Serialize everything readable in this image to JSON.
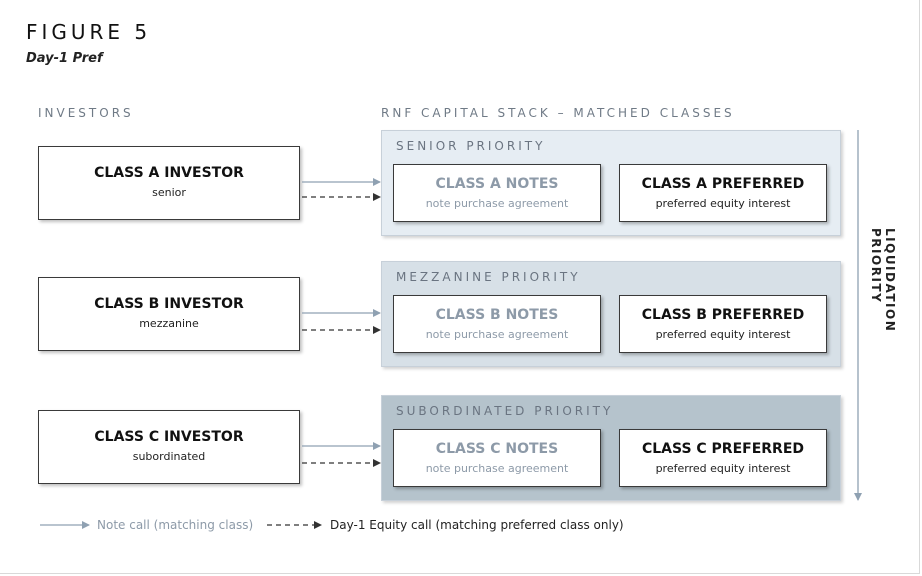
{
  "figure": {
    "number": "FIGURE 5",
    "subtitle": "Day-1 Pref"
  },
  "columns": {
    "investors": "INVESTORS",
    "stack": "RNF CAPITAL STACK – MATCHED CLASSES"
  },
  "investors": [
    {
      "title": "CLASS A INVESTOR",
      "sub": "senior"
    },
    {
      "title": "CLASS B INVESTOR",
      "sub": "mezzanine"
    },
    {
      "title": "CLASS C INVESTOR",
      "sub": "subordinated"
    }
  ],
  "bands": [
    {
      "label": "SENIOR PRIORITY",
      "color": "#e6edf3",
      "notes": {
        "title": "CLASS A NOTES",
        "sub": "note purchase agreement"
      },
      "pref": {
        "title": "CLASS A PREFERRED",
        "sub": "preferred equity interest"
      }
    },
    {
      "label": "MEZZANINE PRIORITY",
      "color": "#d7e0e7",
      "notes": {
        "title": "CLASS B NOTES",
        "sub": "note purchase agreement"
      },
      "pref": {
        "title": "CLASS B PREFERRED",
        "sub": "preferred equity interest"
      }
    },
    {
      "label": "SUBORDINATED PRIORITY",
      "color": "#b5c3cc",
      "notes": {
        "title": "CLASS C NOTES",
        "sub": "note purchase agreement"
      },
      "pref": {
        "title": "CLASS C PREFERRED",
        "sub": "preferred equity interest"
      }
    }
  ],
  "side_label": "LIQUIDATION  PRIORITY",
  "legend": {
    "note_call": "Note call (matching class)",
    "equity_call": "Day-1 Equity call (matching preferred class only)"
  },
  "colors": {
    "note_call_line": "#8fa1b2",
    "equity_call_line": "#333333",
    "note_call_text": "#8d9aa8",
    "equity_call_text": "#222222",
    "priority_arrow": "#8fa1b2"
  }
}
